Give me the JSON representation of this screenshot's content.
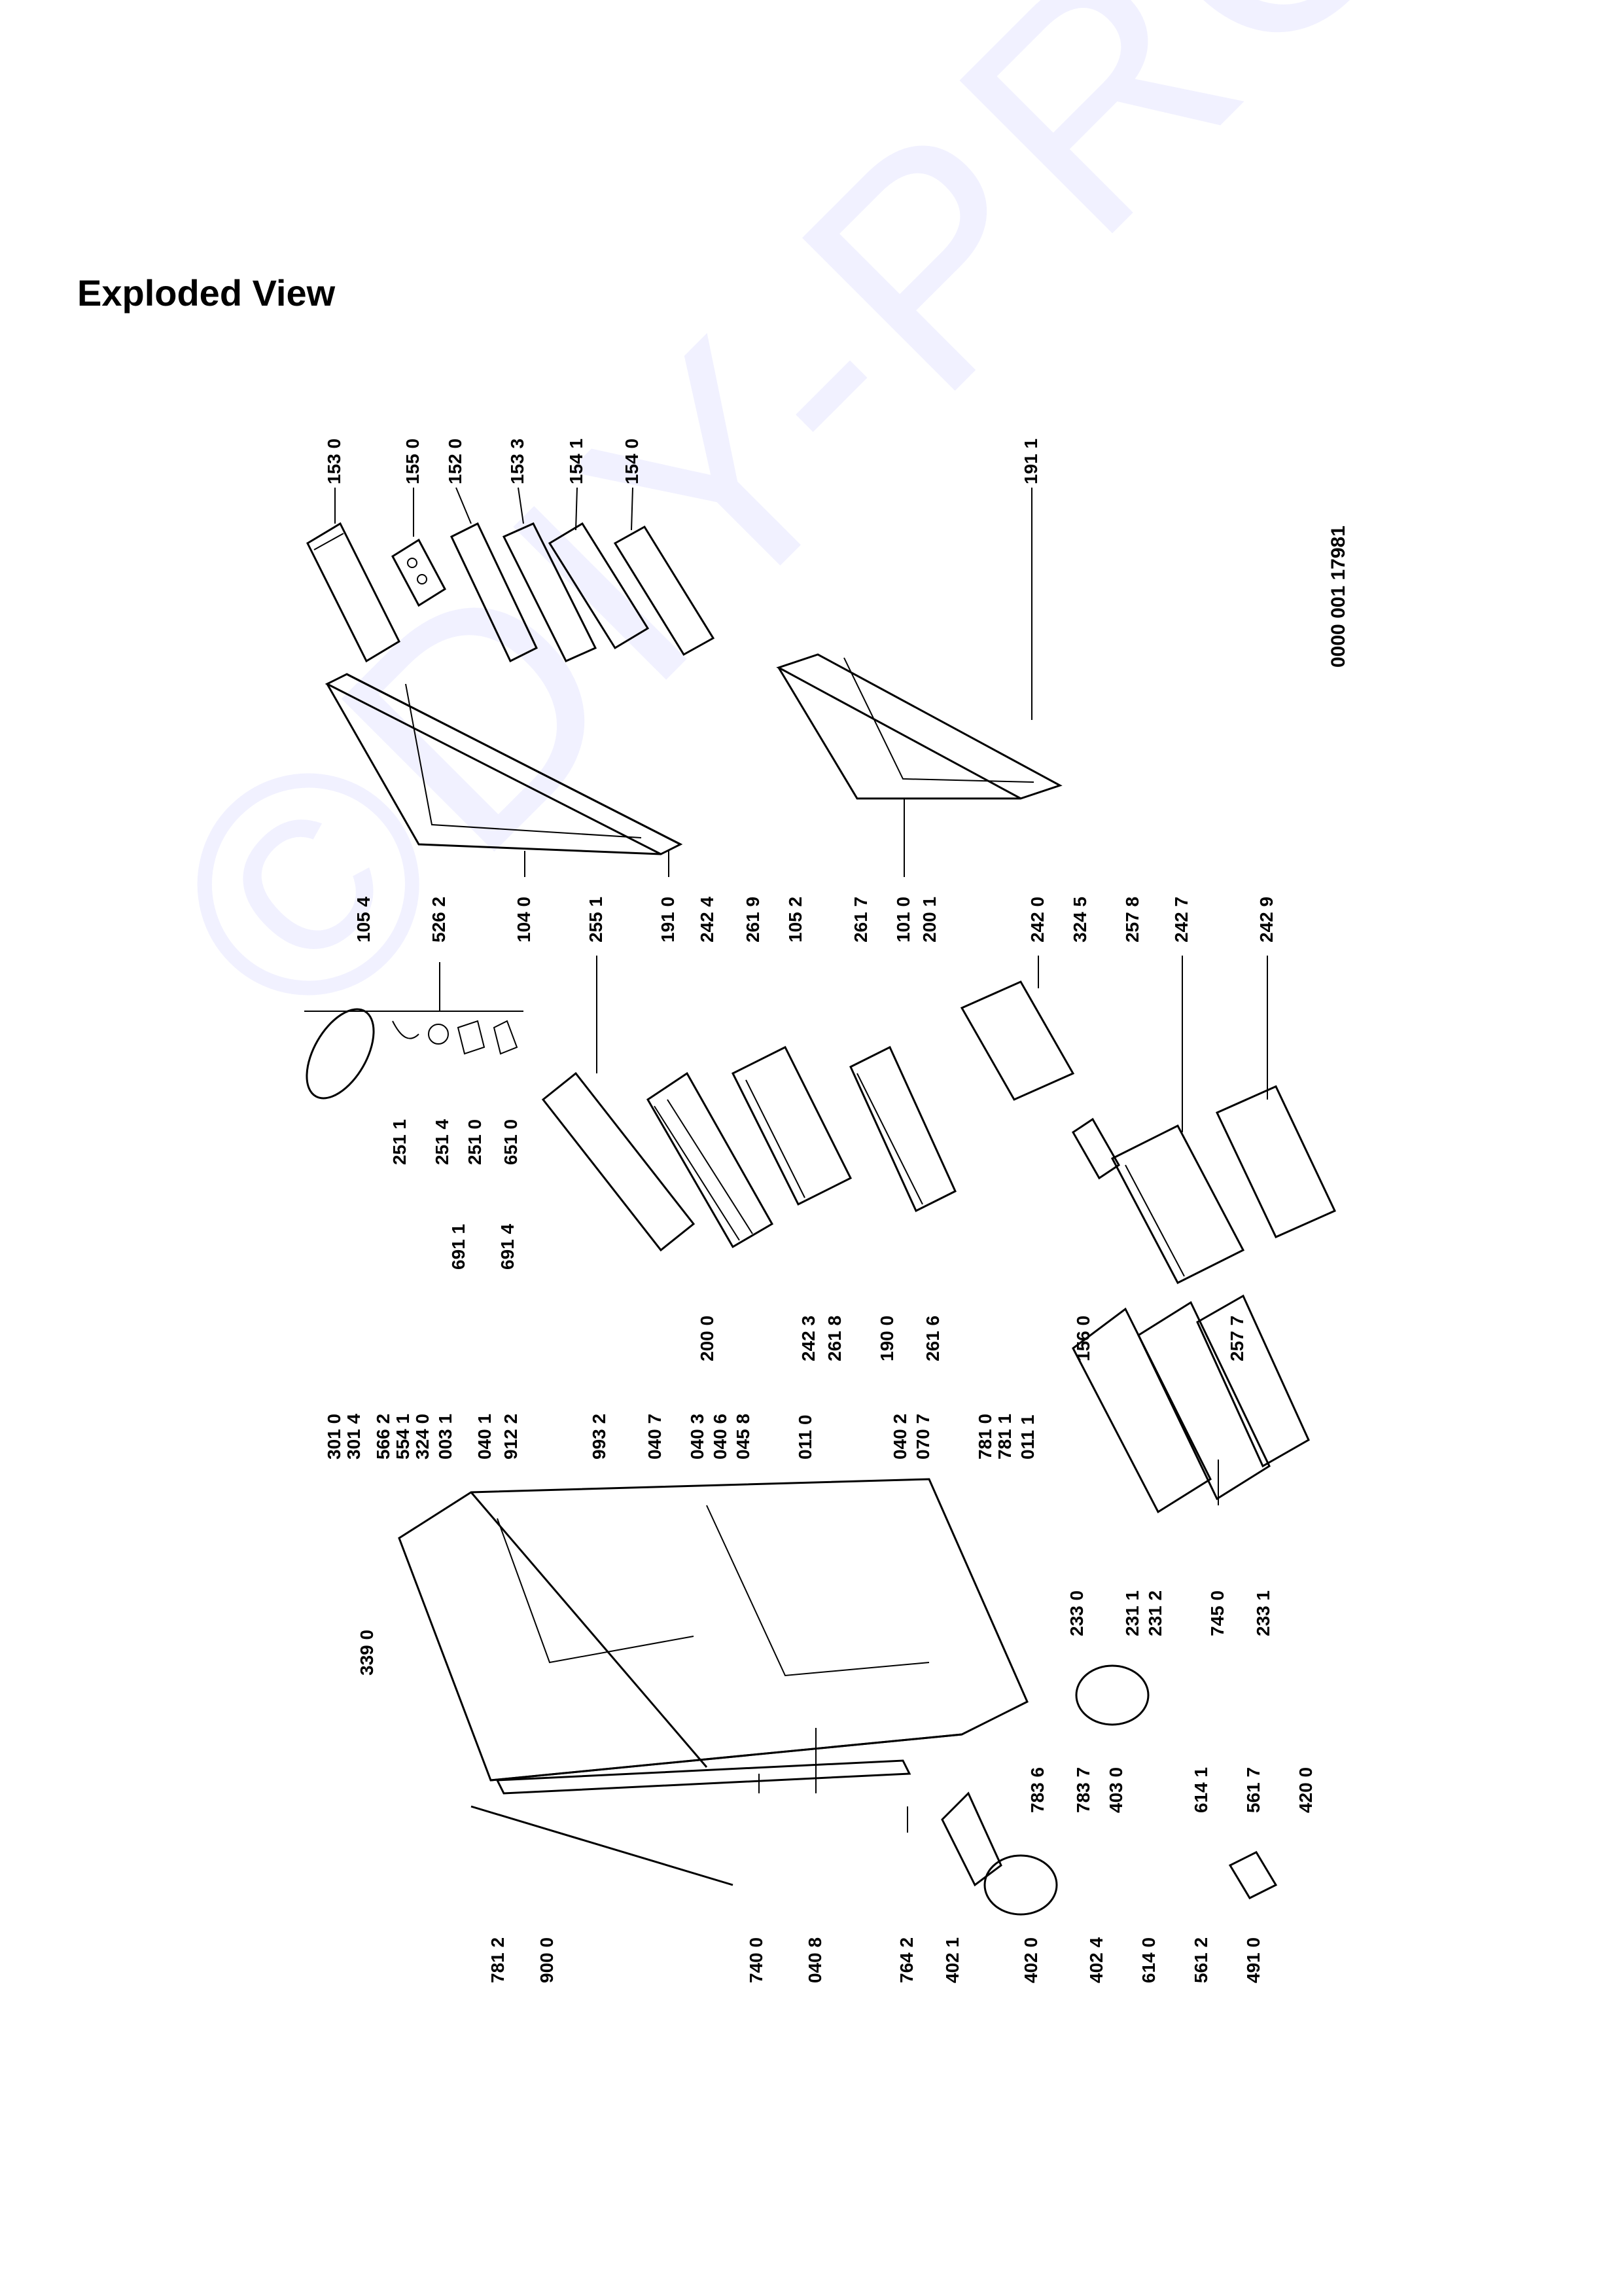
{
  "page": {
    "title": "Exploded View",
    "document_number": "0000 001 17981",
    "watermark": "©DIY-PROFEJ.cz"
  },
  "labels": {
    "top": [
      "153 0",
      "155 0",
      "152 0",
      "153 3",
      "154 1",
      "154 0",
      "191 1"
    ],
    "upper": [
      "105 4",
      "526 2",
      "104 0",
      "255 1",
      "191 0",
      "242 4",
      "261 9",
      "105 2",
      "261 7",
      "101 0",
      "200 1",
      "242 0",
      "324 5",
      "257 8",
      "242 7",
      "242 9"
    ],
    "lamp": [
      "251 1",
      "251 4",
      "251 0",
      "651 0"
    ],
    "middle": [
      "691 1",
      "691 4",
      "200 0",
      "242 3",
      "261 8",
      "190 0",
      "261 6",
      "156 0",
      "257 7"
    ],
    "column": [
      "301 0",
      "301 4",
      "566 2",
      "554 1",
      "324 0",
      "003 1",
      "040 1",
      "912 2",
      "993 2",
      "040 7",
      "040 3",
      "040 6",
      "045 8",
      "011 0",
      "040 2",
      "070 7",
      "781 0",
      "781 1",
      "011 1"
    ],
    "lower": [
      "339 0",
      "233 0",
      "231 1",
      "231 2",
      "745 0",
      "233 1"
    ],
    "bottom": [
      "781 2",
      "900 0",
      "740 0",
      "040 8",
      "764 2",
      "402 1",
      "402 0",
      "402 4",
      "614 0",
      "561 2",
      "491 0",
      "783 6",
      "783 7",
      "403 0",
      "614 1",
      "561 7",
      "420 0"
    ]
  }
}
